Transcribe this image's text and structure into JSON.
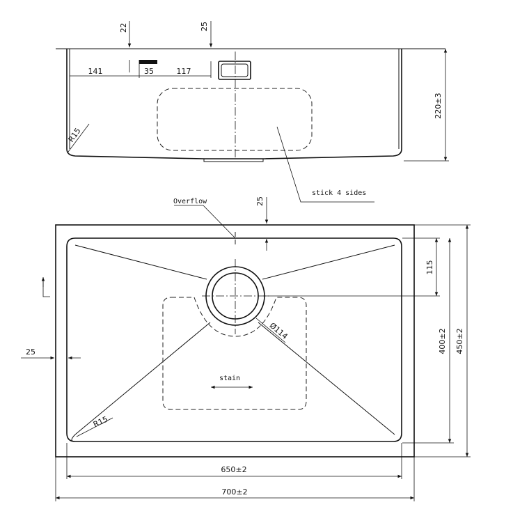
{
  "side_view": {
    "dims": {
      "d22": "22",
      "d25_top": "25",
      "d141": "141",
      "d35": "35",
      "d117": "117",
      "r15": "R15",
      "height": "220±3"
    },
    "note": "stick 4 sides"
  },
  "top_view": {
    "overflow_label": "Overflow",
    "dims": {
      "d25_top": "25",
      "d115": "115",
      "d400": "400±2",
      "d450": "450±2",
      "d25_left": "25",
      "drain_dia": "Ø114",
      "r15": "R15",
      "w650": "650±2",
      "w700": "700±2"
    },
    "stain_label": "stain"
  }
}
